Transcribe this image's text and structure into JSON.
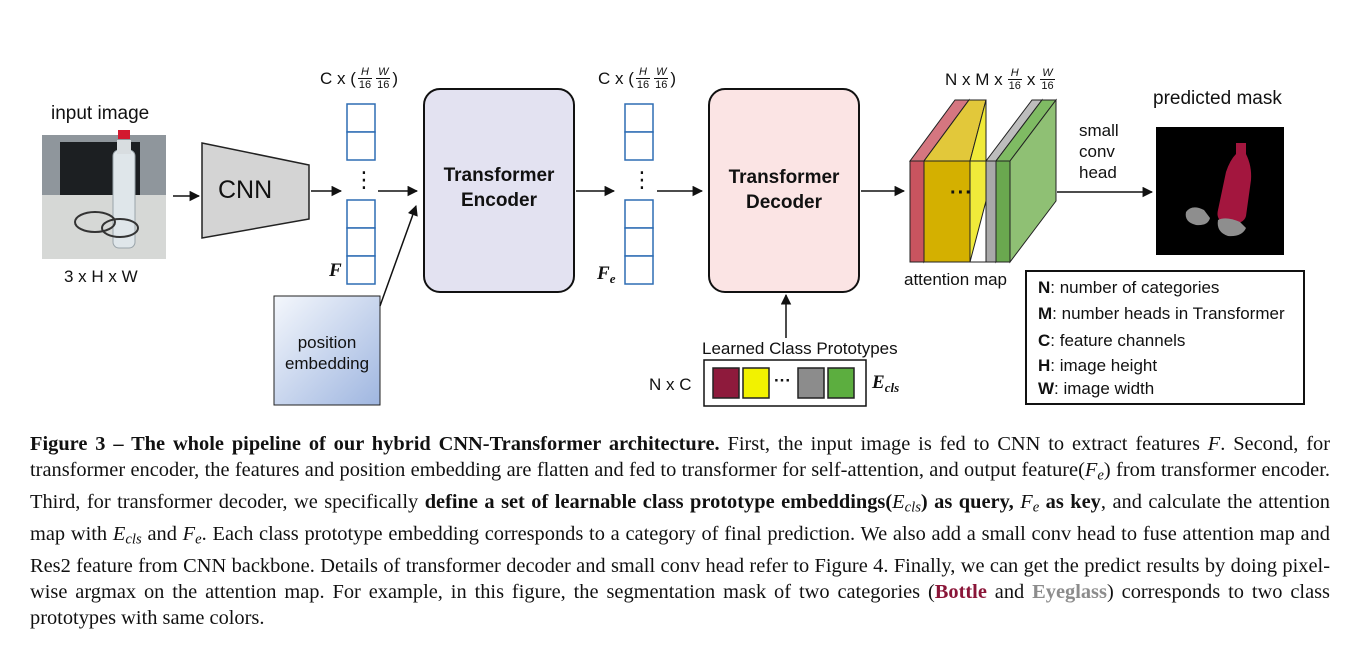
{
  "input": {
    "title": "input image",
    "dims": "3 x H x W"
  },
  "cnn": {
    "label": "CNN"
  },
  "feature_F": {
    "dims_prefix": "C x (",
    "frac1_num": "H",
    "frac1_den": "16",
    "frac2_num": "W",
    "frac2_den": "16",
    "dims_suffix": ")",
    "symbol": "F",
    "dots": "⋮"
  },
  "position_embedding": {
    "line1": "position",
    "line2": "embedding"
  },
  "encoder": {
    "line1": "Transformer",
    "line2": "Encoder"
  },
  "feature_Fe": {
    "dims_prefix": "C x (",
    "frac1_num": "H",
    "frac1_den": "16",
    "frac2_num": "W",
    "frac2_den": "16",
    "dims_suffix": ")",
    "symbol": "F",
    "symbol_sub": "e",
    "dots": "⋮"
  },
  "decoder": {
    "line1": "Transformer",
    "line2": "Decoder"
  },
  "prototypes": {
    "title": "Learned Class Prototypes",
    "dims": "N x C",
    "symbol": "E",
    "symbol_sub": "cls",
    "dots": "···",
    "colors": [
      "#8e1a3c",
      "#f2f200",
      "#8c8c8c",
      "#5cae3f"
    ]
  },
  "attention": {
    "dims_prefix": "N x M x",
    "frac1_num": "H",
    "frac1_den": "16",
    "frac2_num": "W",
    "frac2_den": "16",
    "label": "attention map",
    "dots": "···",
    "colors": [
      "#c9545f",
      "#d4b000",
      "#a9a9a9",
      "#6aa84f"
    ]
  },
  "conv_head": {
    "line1": "small",
    "line2": "conv",
    "line3": "head"
  },
  "output": {
    "title": "predicted mask"
  },
  "legend": [
    {
      "key": "N",
      "text": ": number of categories"
    },
    {
      "key": "M",
      "text": ": number heads in Transformer"
    },
    {
      "key": "C",
      "text": ": feature channels"
    },
    {
      "key": "H",
      "text": ": image height"
    },
    {
      "key": "W",
      "text": ": image width"
    }
  ],
  "caption": {
    "label": "Figure 3",
    "dash": " – ",
    "bold_title": "The whole pipeline of our hybrid CNN-Transformer architecture.",
    "t1": " First, the input image is fed to CNN to extract features ",
    "F": "F",
    "t2": ". Second, for transformer encoder, the features and position embedding are flatten and fed to transformer for self-attention, and output feature(",
    "Fe_main": "F",
    "Fe_sub": "e",
    "t3": ") from transformer encoder. Third, for transformer decoder, we specifically ",
    "bold1": "define a set of learnable class prototype embeddings(",
    "E_main": "E",
    "E_sub": "cls",
    "bold2": ") as query, ",
    "bold3_sym": "F",
    "bold3_sub": "e",
    "bold4": " as key",
    "t4": ", and calculate the attention map with ",
    "t5": " and ",
    "t6": ". Each class prototype embedding corresponds to a category of final prediction. We also add a small conv head to fuse attention map and Res2 feature from CNN backbone. Details of transformer decoder and small conv head refer to Figure 4. Finally, we can get the predict results by doing pixel-wise argmax on the attention map. For example, in this figure, the segmentation mask of two categories (",
    "bottle": "Bottle",
    "and": " and ",
    "eyeglass": "Eyeglass",
    "t7": ") corresponds to two class prototypes with same colors."
  }
}
